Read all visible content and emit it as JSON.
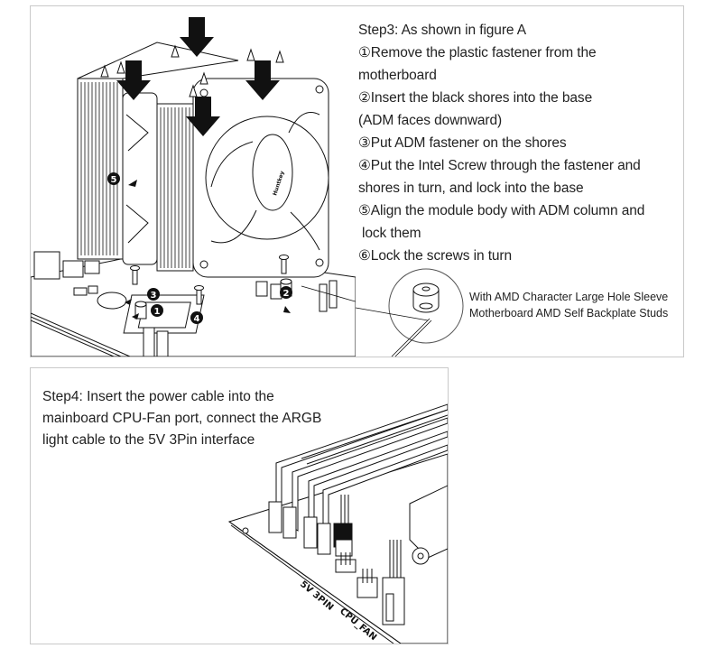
{
  "step3": {
    "title": "Step3: As shown in figure A",
    "items": [
      {
        "marker": "①",
        "lines": [
          "Remove the plastic fastener from the",
          "motherboard"
        ]
      },
      {
        "marker": "②",
        "lines": [
          "Insert the black shores into the base",
          "(ADM faces downward)"
        ]
      },
      {
        "marker": "③",
        "lines": [
          "Put ADM fastener on the shores"
        ]
      },
      {
        "marker": "④",
        "lines": [
          "Put the Intel Screw through the fastener and",
          "shores in turn, and lock into the base"
        ]
      },
      {
        "marker": "⑤",
        "lines": [
          "Align the module body with ADM column and",
          "lock them"
        ]
      },
      {
        "marker": "⑥",
        "lines": [
          "Lock the screws in turn"
        ]
      }
    ],
    "stud_caption": [
      "With AMD Character Large Hole Sleeve",
      "Motherboard AMD Self Backplate Studs"
    ],
    "callouts": [
      "1",
      "2",
      "3",
      "4",
      "5"
    ],
    "fan_logo": "Huntkey"
  },
  "step4": {
    "lines": [
      "Step4: Insert the power cable into the",
      "mainboard CPU-Fan port, connect the ARGB",
      "light cable to the 5V 3Pin interface"
    ],
    "labels": {
      "argb": "5V 3PIN",
      "fan": "CPU_FAN"
    }
  },
  "colors": {
    "border": "#c9c9c9",
    "ink": "#111111",
    "text": "#222222"
  }
}
